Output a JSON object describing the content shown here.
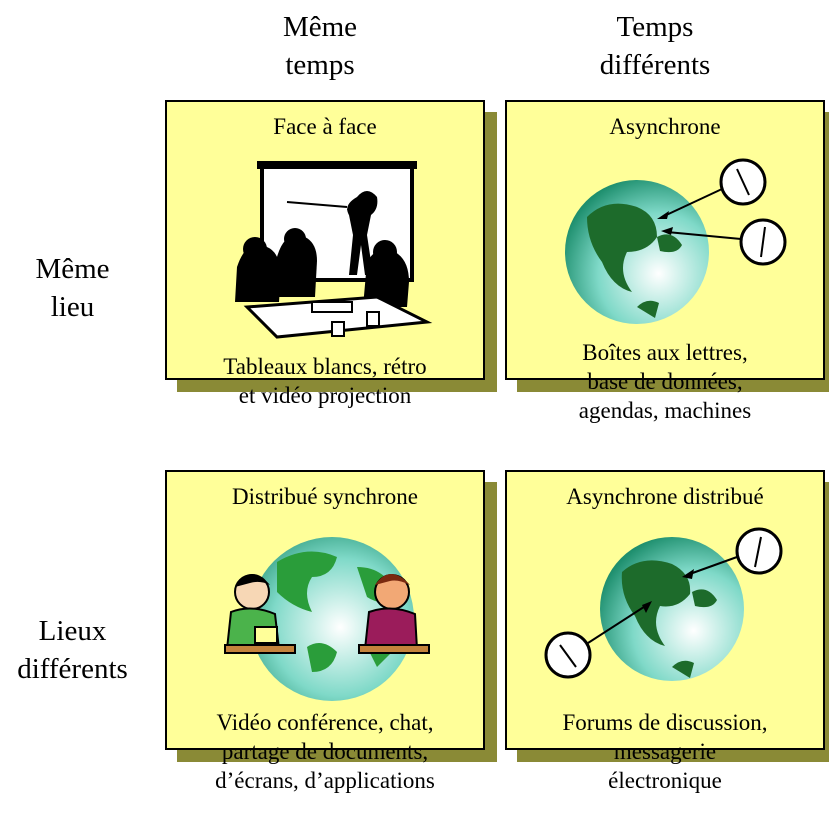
{
  "columns": [
    {
      "line1": "Même",
      "line2": "temps"
    },
    {
      "line1": "Temps",
      "line2": "différents"
    }
  ],
  "rows": [
    {
      "line1": "Même",
      "line2": "lieu"
    },
    {
      "line1": "Lieux",
      "line2": "différents"
    }
  ],
  "cells": [
    {
      "title": "Face à face",
      "desc": [
        "Tableaux blancs, rétro",
        "et vidéo projection"
      ]
    },
    {
      "title": "Asynchrone",
      "desc": [
        "Boîtes aux lettres,",
        "base de données,",
        "agendas, machines"
      ]
    },
    {
      "title": "Distribué synchrone",
      "desc": [
        "Vidéo conférence, chat,",
        "partage de documents,",
        "d’écrans, d’applications"
      ]
    },
    {
      "title": "Asynchrone distribué",
      "desc": [
        "Forums de discussion,",
        "messagerie",
        "électronique"
      ]
    }
  ],
  "colors": {
    "cell_fill": "#ffff99",
    "shadow": "#8a8a36",
    "globe": "#1e8f6e",
    "land": "#1d6b2b"
  }
}
